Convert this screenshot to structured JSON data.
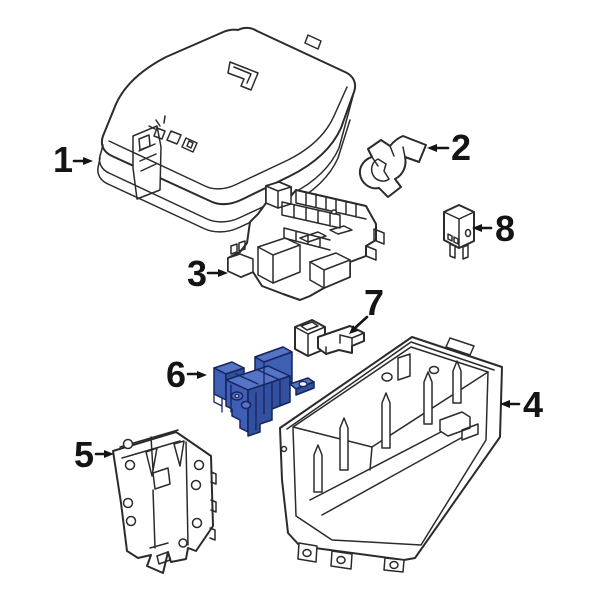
{
  "colors": {
    "bg": "#ffffff",
    "line": "#2b2b2b",
    "label": "#141414",
    "hl-light": "#5574c6",
    "hl-mid": "#3e5fb4",
    "hl-dark": "#31509f",
    "hl-stroke": "#17245e",
    "hl-hole": "#eef1f9"
  },
  "callouts": [
    {
      "label": "1"
    },
    {
      "label": "2"
    },
    {
      "label": "3"
    },
    {
      "label": "4"
    },
    {
      "label": "5"
    },
    {
      "label": "6"
    },
    {
      "label": "7"
    },
    {
      "label": "8"
    }
  ]
}
